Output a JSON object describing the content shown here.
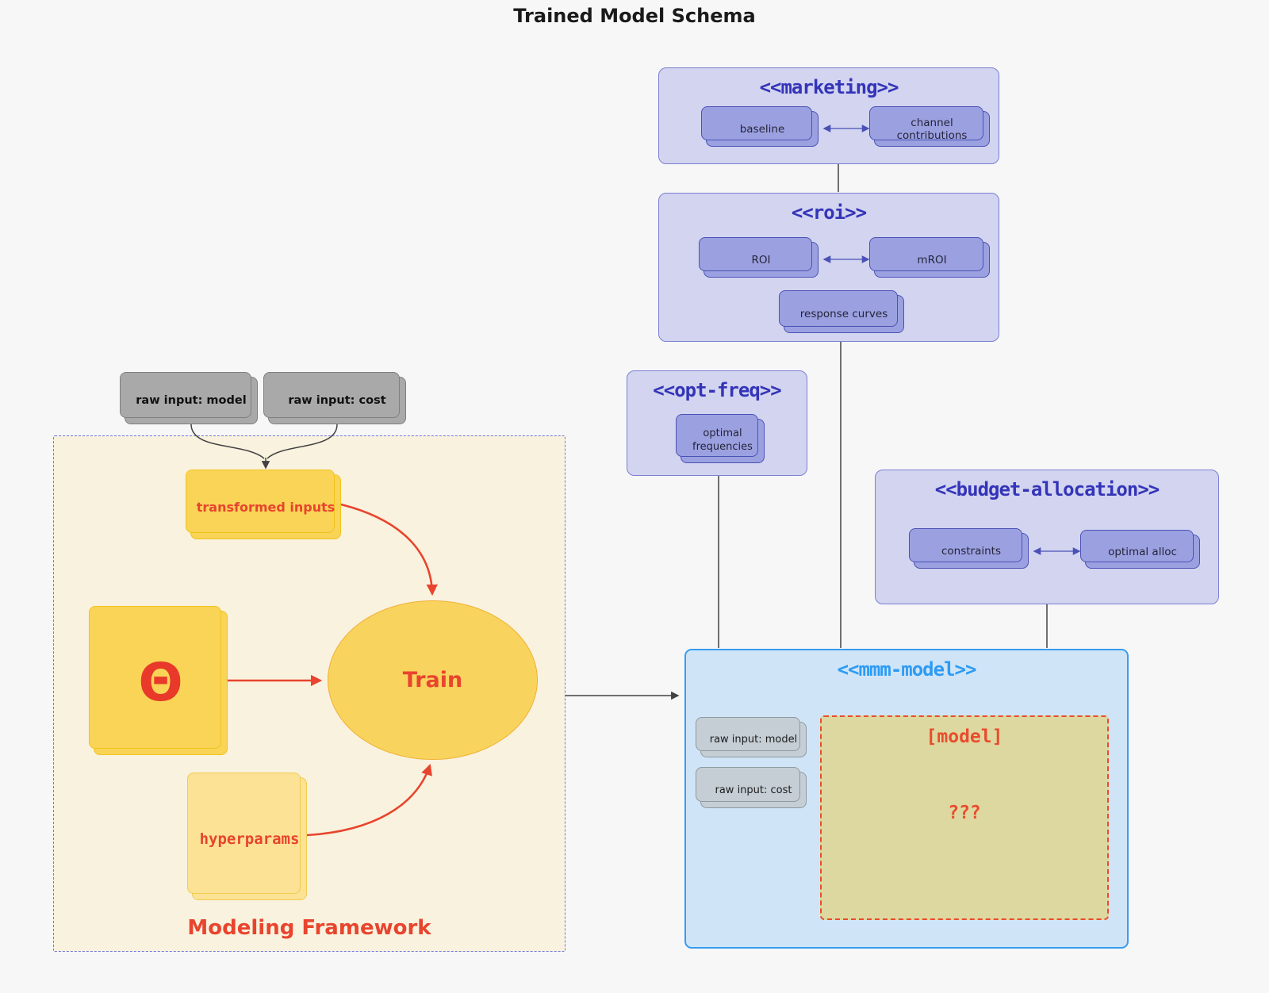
{
  "diagram_title": "Trained Model Schema",
  "marketing": {
    "title": "<<marketing>>",
    "baseline": "baseline",
    "channel_contributions": "channel contributions"
  },
  "roi": {
    "title": "<<roi>>",
    "roi": "ROI",
    "mroi": "mROI",
    "response_curves": "response curves"
  },
  "opt_freq": {
    "title": "<<opt-freq>>",
    "optimal_frequencies": "optimal frequencies"
  },
  "budget_allocation": {
    "title": "<<budget-allocation>>",
    "constraints": "constraints",
    "optimal_alloc": "optimal alloc"
  },
  "mmm_model": {
    "title": "<<mmm-model>>",
    "raw_input_model": "raw input: model",
    "raw_input_cost": "raw input: cost",
    "model_box": {
      "title": "[model]",
      "body": "???"
    }
  },
  "modeling_framework": {
    "title": "Modeling Framework",
    "raw_input_model": "raw input: model",
    "raw_input_cost": "raw input: cost",
    "transformed_inputs": "transformed inputs",
    "theta": "Θ",
    "train": "Train",
    "hyperparams": "hyperparams"
  },
  "colors": {
    "page_background": "#f7f7f8",
    "purple_container_fill": "#d2d4f0",
    "purple_container_border": "#7b80d1",
    "purple_node_fill": "#9ba1e0",
    "purple_node_border": "#4a51b5",
    "purple_title_text": "#3434b8",
    "blue_container_fill": "#cfe5f7",
    "blue_container_border": "#389cf0",
    "blue_title_text": "#2e9bf3",
    "cream_container_fill": "#f9f2de",
    "cream_container_border": "#6f77dd",
    "yellow_node_fill": "#f9d457",
    "yellow_node_border": "#f0c41c",
    "light_yellow_node_fill": "#fbe294",
    "ellipse_fill": "#f8d45f",
    "ellipse_border": "#f3b033",
    "gray_node_fill": "#a9a9a9",
    "light_gray_node_fill": "#c5ced5",
    "khaki_model_fill": "#ddd8a0",
    "red_accent": "#e8442e",
    "dark_edge": "#424242"
  }
}
